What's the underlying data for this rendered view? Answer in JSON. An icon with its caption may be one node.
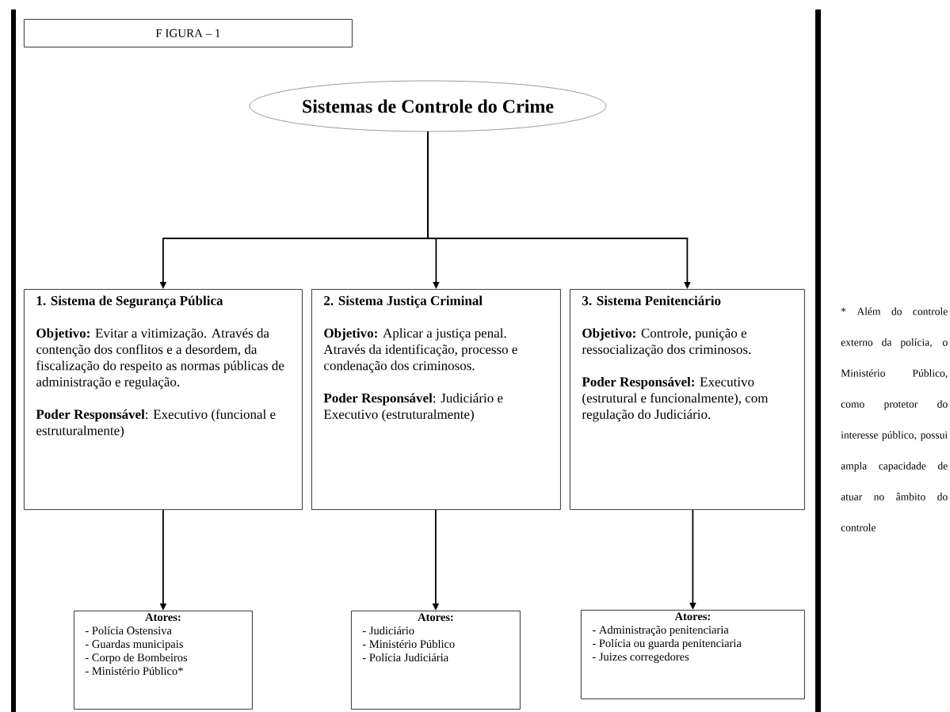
{
  "diagram": {
    "nodes": [
      {
        "text": [
          "F IGURA – 1"
        ]
      },
      {
        "text": [
          "Sistemas de Controle do Crime"
        ]
      },
      {
        "text": [
          "1. Sistema de Segurança Pública",
          "**Objetivo:** Evitar a vitimização. Através da contenção dos conflitos e a desordem, da fiscalização do respeito as normas públicas de administração e regulação.",
          "**Poder Responsável**: Executivo (funcional e estruturalmente)"
        ]
      },
      {
        "text": [
          "2. Sistema Justiça Criminal",
          "**Objetivo:** Aplicar a justiça penal. Através da identificação, processo e condenação dos criminosos.",
          "**Poder Responsável**: Judiciário e Executivo (estruturalmente)"
        ]
      },
      {
        "text": [
          "3. Sistema Penitenciário",
          "**Objetivo:** Controle, punição e ressocialização dos criminosos.",
          "**Poder Responsável:** Executivo (estrutural e funcionalmente), com regulação do Judiciário."
        ]
      },
      {
        "text": [
          "Atores:",
          "- Polícia Ostensiva",
          "- Guardas municipais",
          "- Corpo de Bombeiros",
          "- Ministério Público*"
        ]
      },
      {
        "text": [
          "Atores:",
          "- Judiciário",
          "- Ministério Público",
          "- Polícia Judiciária"
        ]
      },
      {
        "text": [
          "Atores:",
          "- Administração penitenciaria",
          "- Polícia ou guarda penitenciaria",
          "- Juizes corregedores"
        ]
      }
    ],
    "edges": [
      {
        "from": 1,
        "to": 2,
        "arrow": "to"
      },
      {
        "from": 1,
        "to": 3,
        "arrow": "to"
      },
      {
        "from": 1,
        "to": 4,
        "arrow": "to"
      },
      {
        "from": 2,
        "to": 5,
        "arrow": "to"
      },
      {
        "from": 3,
        "to": 6,
        "arrow": "to"
      },
      {
        "from": 4,
        "to": 7,
        "arrow": "to"
      }
    ],
    "labels": [
      "* Além do controle externo da polícia, o Ministério Público, como protetor do interesse público, possui ampla capacidade de atuar no âmbito do controle"
    ]
  }
}
